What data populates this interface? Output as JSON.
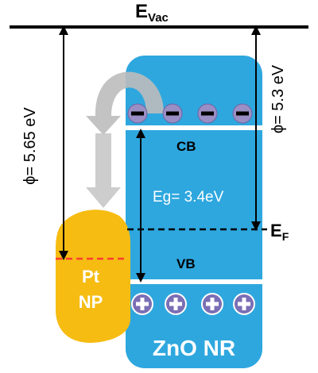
{
  "vacuum_level": {
    "symbol": "E",
    "subscript": "Vac"
  },
  "work_function_pt": "ϕ= 5.65 eV",
  "work_function_zno": "ϕ= 5.3 eV",
  "fermi_level": {
    "symbol": "E",
    "subscript": "F"
  },
  "zno": {
    "cb_label": "CB",
    "vb_label": "VB",
    "bandgap_label": "Eg= 3.4eV",
    "name": "ZnO NR",
    "electron_sign": "−",
    "hole_sign": "+"
  },
  "pt": {
    "line1": "Pt",
    "line2": "NP"
  },
  "colors": {
    "zno_fill": "#2ea7df",
    "pt_fill": "#f6bc12",
    "electron_fill": "#9a8fc4",
    "hole_fill": "#7a6fb5",
    "pt_fermi_line": "#ff3b30",
    "transfer_arrow": "#bdbdbd"
  }
}
